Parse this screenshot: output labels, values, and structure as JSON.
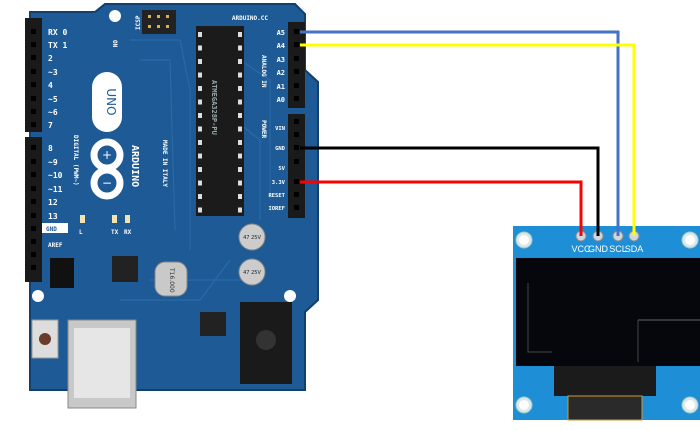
{
  "board": {
    "brand": "ARDUINO",
    "model": "UNO",
    "site": "ARDUINO.CC",
    "made_in": "MADE IN ITALY",
    "icsp": "ICSP",
    "on_led": "ON",
    "chip_label": "ATMEGA328P-PU",
    "crystal": "T16.000",
    "capacitor": "47 25V",
    "digital_header_label": "DIGITAL (PWM~)",
    "analog_header_label": "ANALOG IN",
    "power_header_label": "POWER",
    "digital_pins": [
      "RX 0",
      "TX 1",
      "2",
      "~3",
      "4",
      "~5",
      "~6",
      "7",
      "8",
      "~9",
      "~10",
      "~11",
      "12",
      "13"
    ],
    "left_extra": [
      "GND",
      "AREF"
    ],
    "leds": [
      "L",
      "TX",
      "RX"
    ],
    "analog_pins": [
      "A5",
      "A4",
      "A3",
      "A2",
      "A1",
      "A0"
    ],
    "power_pins": [
      "VIN",
      "GND",
      "5V",
      "3.3V",
      "RESET",
      "IOREF"
    ],
    "colors": {
      "pcb": "#1d5a96",
      "pcb_dark": "#144677",
      "header": "#1a1a1a"
    }
  },
  "oled": {
    "pins": [
      "VCC",
      "GND",
      "SCL",
      "SDA"
    ],
    "colors": {
      "pcb": "#1e8fd6",
      "screen": "#05070d"
    }
  },
  "wires": [
    {
      "from": "A5",
      "to": "SCL",
      "color": "#4472c4"
    },
    {
      "from": "A4",
      "to": "SDA",
      "color": "#ffff00"
    },
    {
      "from": "GND",
      "to": "GND",
      "color": "#000000"
    },
    {
      "from": "3.3V",
      "to": "VCC",
      "color": "#ff0000"
    }
  ]
}
